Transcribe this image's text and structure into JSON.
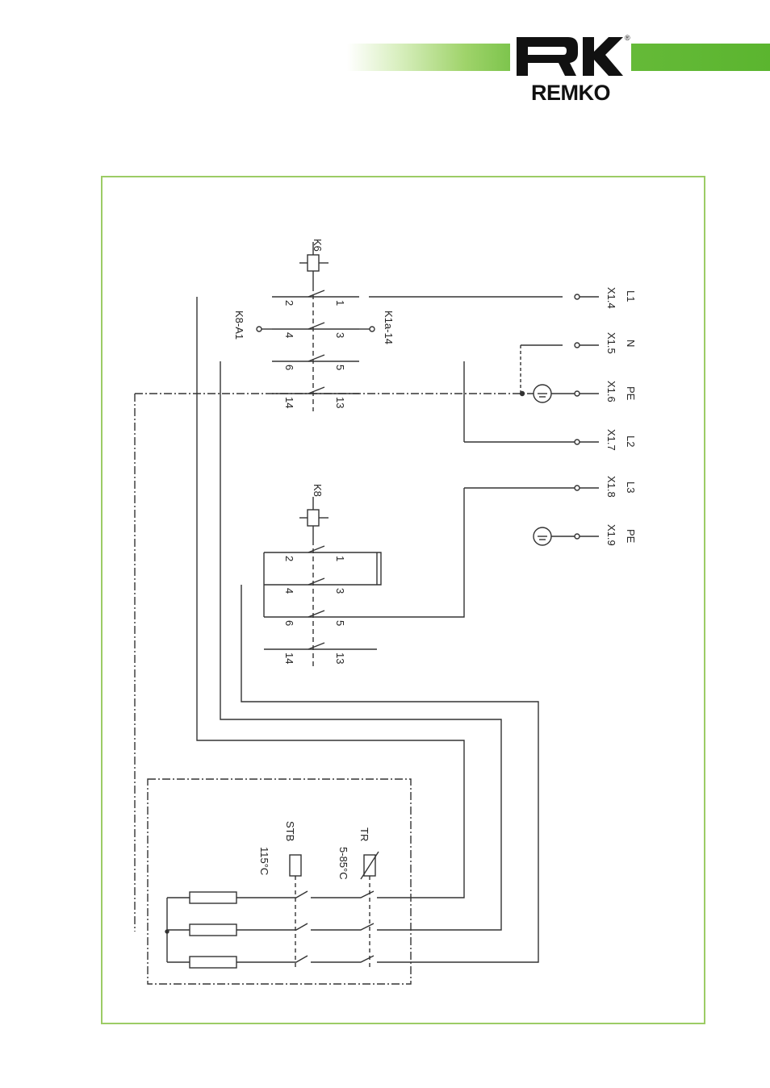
{
  "brand": {
    "logo_text": "REMKO",
    "registered_mark": "®",
    "band_color": "#5bb52f",
    "frame_color": "#9ccc65"
  },
  "diagram": {
    "contactor_k6": {
      "name": "K6",
      "pins_top": [
        "2",
        "4",
        "6",
        "14"
      ],
      "pins_bottom": [
        "1",
        "3",
        "5",
        "13"
      ],
      "aux_left": "K8-A1",
      "aux_right": "K1a-14"
    },
    "contactor_k8": {
      "name": "K8",
      "pins_top": [
        "2",
        "4",
        "6",
        "14"
      ],
      "pins_bottom": [
        "1",
        "3",
        "5",
        "13"
      ]
    },
    "terminals": [
      {
        "phase": "L1",
        "id": "X1.4"
      },
      {
        "phase": "N",
        "id": "X1.5"
      },
      {
        "phase": "PE",
        "id": "X1.6"
      },
      {
        "phase": "L2",
        "id": "X1.7"
      },
      {
        "phase": "L3",
        "id": "X1.8"
      },
      {
        "phase": "PE",
        "id": "X1.9"
      }
    ],
    "stb": {
      "name": "STB",
      "value": "115°C"
    },
    "tr": {
      "name": "TR",
      "value": "5-85°C"
    }
  }
}
